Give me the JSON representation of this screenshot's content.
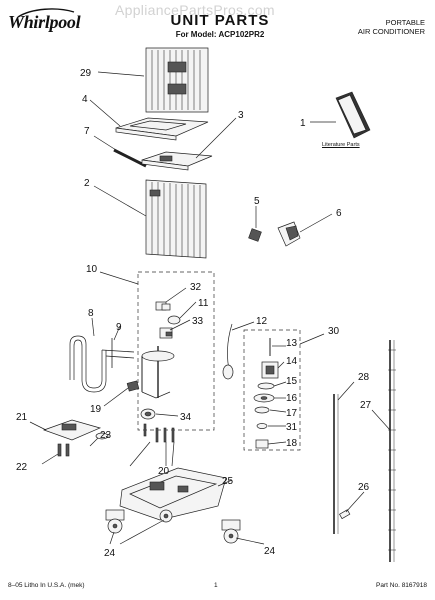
{
  "header": {
    "brand": "Whirlpool",
    "watermark": "AppliancePartsPros.com",
    "title": "UNIT PARTS",
    "model_line": "For Model: ACP102PR2",
    "product_line1": "PORTABLE",
    "product_line2": "AIR CONDITIONER"
  },
  "literature_label": "Literature Parts",
  "callouts": [
    "1",
    "2",
    "3",
    "4",
    "5",
    "6",
    "7",
    "8",
    "9",
    "10",
    "11",
    "12",
    "13",
    "14",
    "15",
    "16",
    "17",
    "18",
    "19",
    "20",
    "21",
    "22",
    "23",
    "24",
    "25",
    "26",
    "27",
    "28",
    "29",
    "30",
    "31",
    "32",
    "33",
    "34"
  ],
  "callouts_repeat": [
    "20",
    "24",
    "24"
  ],
  "footer": {
    "left": "8–05 Litho In U.S.A. (mek)",
    "center": "1",
    "right": "Part No. 8167918"
  }
}
